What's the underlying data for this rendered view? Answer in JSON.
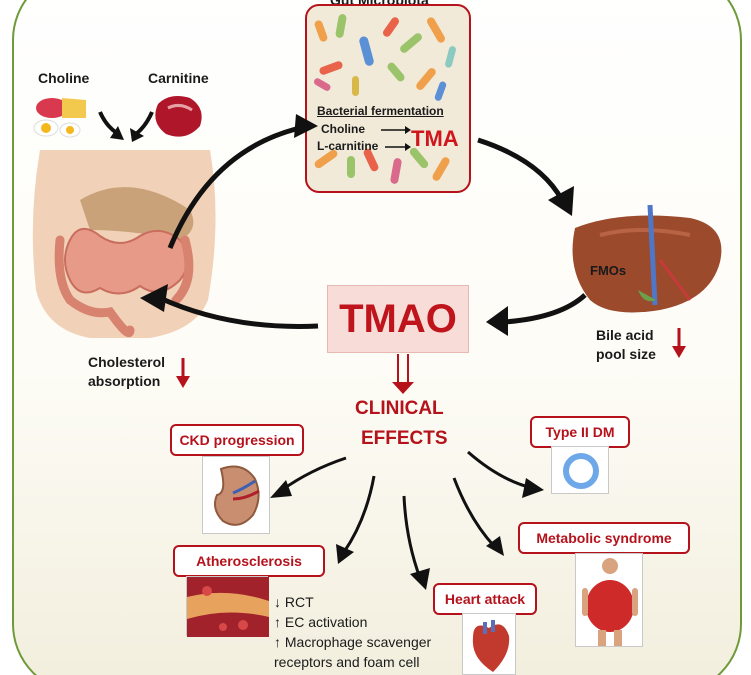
{
  "title": "Gut Microbiota",
  "inputs": {
    "choline": "Choline",
    "carnitine": "Carnitine"
  },
  "fermentation": {
    "title": "Bacterial fermentation",
    "line1": "Choline",
    "line2": "L-carnitine",
    "product": "TMA"
  },
  "liver": {
    "label": "FMOs",
    "effect": "Bile acid\npool size"
  },
  "tmao": "TMAO",
  "intestine_effect": "Cholesterol\nabsorption",
  "clinical": {
    "line1": "CLINICAL",
    "line2": "EFFECTS"
  },
  "outcomes": {
    "ckd": "CKD progression",
    "athero": "Atherosclerosis",
    "heart": "Heart attack",
    "metabolic": "Metabolic syndrome",
    "diabetes": "Type II DM"
  },
  "mechanisms": [
    {
      "arrow": "↓",
      "text": "RCT"
    },
    {
      "arrow": "↑",
      "text": "EC activation"
    },
    {
      "arrow": "↑",
      "text": "Macrophage scavenger"
    },
    {
      "arrow": "",
      "text": "receptors and foam cell"
    }
  ],
  "colors": {
    "accent": "#b5121b",
    "frame": "#6f9a3a",
    "tmao_bg": "#f7dcd8"
  }
}
